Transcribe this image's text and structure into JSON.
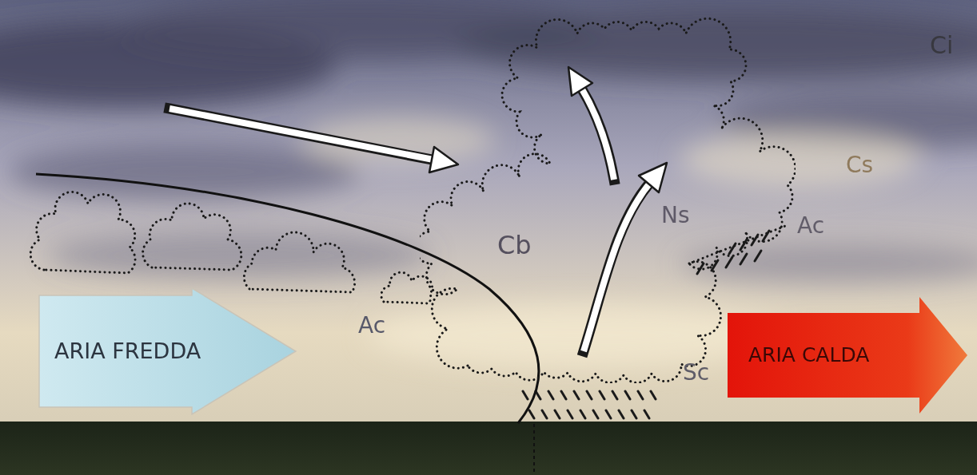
{
  "diagram": {
    "nodes": [
      {
        "text": [
          "ARIA FREDDA"
        ]
      },
      {
        "text": [
          "Cb",
          "Ns"
        ]
      },
      {
        "text": [
          "ARIA CALDA"
        ]
      }
    ],
    "labels": [
      "Ci",
      "Cs",
      "Ac",
      "Ac",
      "Sc"
    ]
  }
}
